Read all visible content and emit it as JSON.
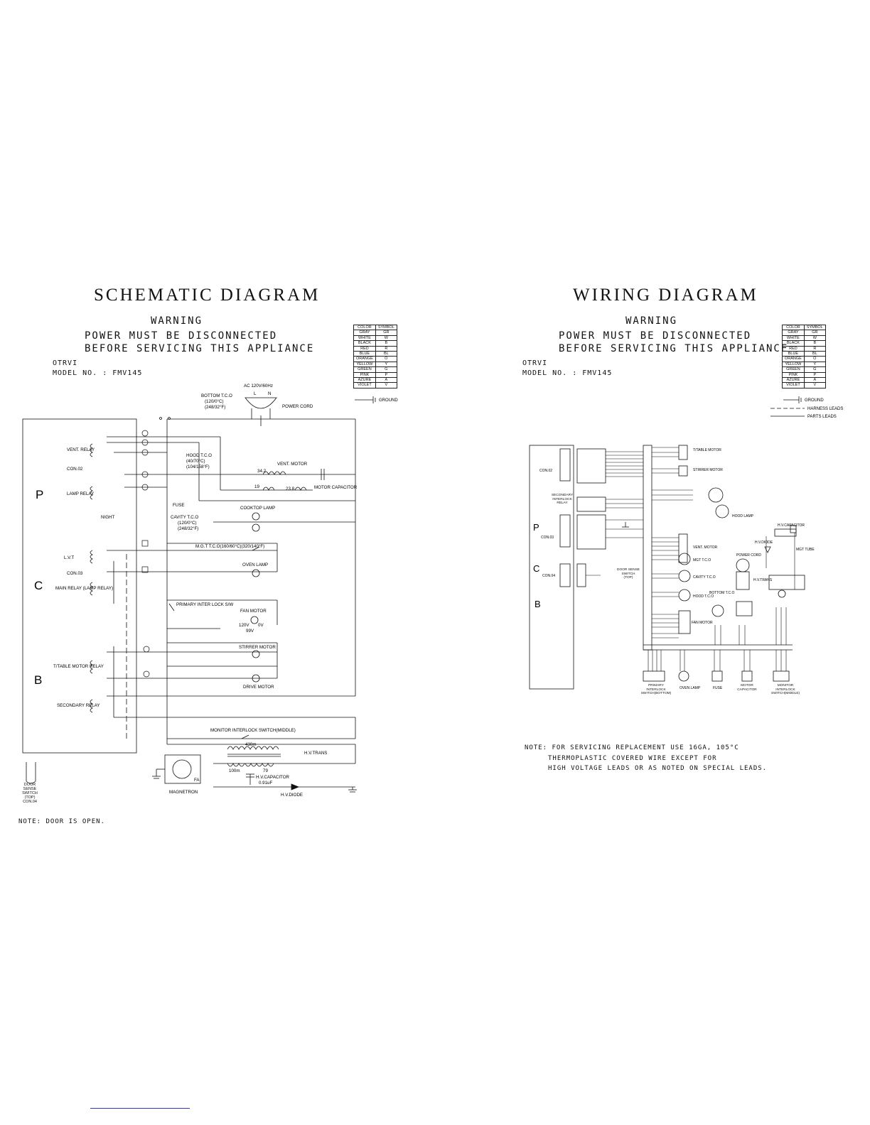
{
  "schematic": {
    "title": "SCHEMATIC DIAGRAM",
    "warning": "WARNING",
    "warning_line1": "POWER MUST BE DISCONNECTED",
    "warning_line2": "BEFORE SERVICING THIS APPLIANCE",
    "model_line1": "OTRVI",
    "model_line2": "MODEL NO. : FMV145",
    "note": "NOTE: DOOR IS OPEN.",
    "section_letters": [
      "P",
      "C",
      "B"
    ],
    "power": {
      "supply": "AC 120V/60Hz",
      "L": "L",
      "N": "N",
      "cord": "POWER CORD"
    },
    "labels": {
      "bottom_tco": "BOTTOM T.C.O",
      "bottom_tco_temp1": "(120/0°C)",
      "bottom_tco_temp2": "(248/32°F)",
      "vent_relay": "VENT. RELAY",
      "con02": "CON.02",
      "lamp_relay": "LAMP RELAY",
      "night": "NIGHT",
      "lvt": "L.V.T",
      "con03": "CON.03",
      "main_relay": "MAIN RELAY (LAMP RELAY)",
      "ttable_relay": "T/TABLE MOTOR RELAY",
      "secondary_relay": "SECONDARY RELAY",
      "hood_tco": "HOOD T.C.O",
      "hood_tco_temp1": "(40/70°C)",
      "hood_tco_temp2": "(104/158°F)",
      "fuse": "FUSE",
      "cavity_tco": "CAVITY T.C.O",
      "cavity_tco_temp1": "(120/0°C)",
      "cavity_tco_temp2": "(248/32°F)",
      "vent_motor": "VENT. MOTOR",
      "vent_ohm": "34.2",
      "ohm19": "19",
      "ohm238": "23.8",
      "motor_capacitor": "MOTOR CAPACITOR",
      "cooktop_lamp": "COOKTOP LAMP",
      "mgt_tco": "M.G.T T.C.O(160/60°C)(320/140°F)",
      "oven_lamp": "OVEN LAMP",
      "primary_interlock": "PRIMARY INTER LOCK S/W",
      "fan_motor": "FAN MOTOR",
      "fan_v1": "120V",
      "fan_v2": "0V",
      "fan_v3": "99V",
      "stirrer_motor": "STIRRER MOTOR",
      "drive_motor": "DRIVE MOTOR",
      "monitor_interlock": "MONITOR INTERLOCK SWITCH(MIDDLE)",
      "hv_trans": "H.V.TRANS",
      "ohm430": "430m",
      "ohm100": "100m",
      "ohm79": "79",
      "hv_capacitor": "H.V.CAPACITOR",
      "hv_cap_value": "0.91uF",
      "hv_diode": "H.V.DIODE",
      "magnetron": "MAGNETRON",
      "fa": "FA",
      "door_sense": "DOOR SENSE SWITCH (TOP) CON.04"
    }
  },
  "wiring": {
    "title": "WIRING DIAGRAM",
    "warning": "WARNING",
    "warning_line1": "POWER MUST BE DISCONNECTED",
    "warning_line2": "BEFORE SERVICING THIS APPLIANCE",
    "model_line1": "OTRVI",
    "model_line2": "MODEL NO. : FMV145",
    "legend_harness": "HARNESS LEADS",
    "legend_parts": "PARTS LEADS",
    "note_line1": "NOTE: FOR SERVICING REPLACEMENT USE 16GA, 105°C",
    "note_line2": "THERMOPLASTIC COVERED WIRE EXCEPT FOR",
    "note_line3": "HIGH VOLTAGE LEADS OR AS NOTED ON SPECIAL LEADS.",
    "section_letters": [
      "P",
      "C",
      "B"
    ],
    "labels": {
      "con02": "CON.02",
      "secondary_relay": "SECONDARY INTERLOCK RELAY",
      "con03": "CON.03",
      "con04": "CON.04",
      "ttable_motor": "T/TABLE MOTOR",
      "stirrer_motor": "STIRRER MOTOR",
      "hood_lamp": "HOOD LAMP",
      "vent_motor": "VENT. MOTOR",
      "mgt_tco": "MGT T.C.O",
      "cavity_tco": "CAVITY T.C.O",
      "hood_tco": "HOOD T.C.O",
      "fan_motor": "FAN MOTOR",
      "bottom_tco": "BOTTOM T.C.O",
      "power_cord": "POWER CORD",
      "hv_diode": "H.V.DIODE",
      "hv_capacitor": "H.V.CAPACITOR",
      "mgt_tube": "MGT TUBE",
      "hv_trans": "H.V.TRANS",
      "door_sense": "DOOR SENSE SWITCH (TOP)",
      "primary_interlock": "PRIMARY INTERLOCK SWITCH(BOTTOM)",
      "oven_lamp": "OVEN LAMP",
      "fuse": "FUSE",
      "motor_capacitor": "MOTOR CAPACITOR",
      "monitor_interlock": "MONITOR INTERLOCK SWITCH(MIDDLE)"
    }
  },
  "color_table": {
    "header": [
      "COLOR",
      "SYMBOL"
    ],
    "rows": [
      [
        "GRAY",
        "GR"
      ],
      [
        "WHITE",
        "W"
      ],
      [
        "BLACK",
        "B"
      ],
      [
        "RED",
        "R"
      ],
      [
        "BLUE",
        "BL"
      ],
      [
        "ORANGE",
        "O"
      ],
      [
        "YELLOW",
        "Y"
      ],
      [
        "GREEN",
        "G"
      ],
      [
        "PINK",
        "P"
      ],
      [
        "AZURE",
        "A"
      ],
      [
        "VIOLET",
        "V"
      ]
    ],
    "ground_label": "GROUND"
  },
  "icons": [
    "ground-icon",
    "motor-icon",
    "lamp-icon",
    "relay-coil-icon",
    "switch-icon",
    "diode-icon",
    "capacitor-icon",
    "transformer-icon",
    "magnetron-icon",
    "connector-icon"
  ]
}
